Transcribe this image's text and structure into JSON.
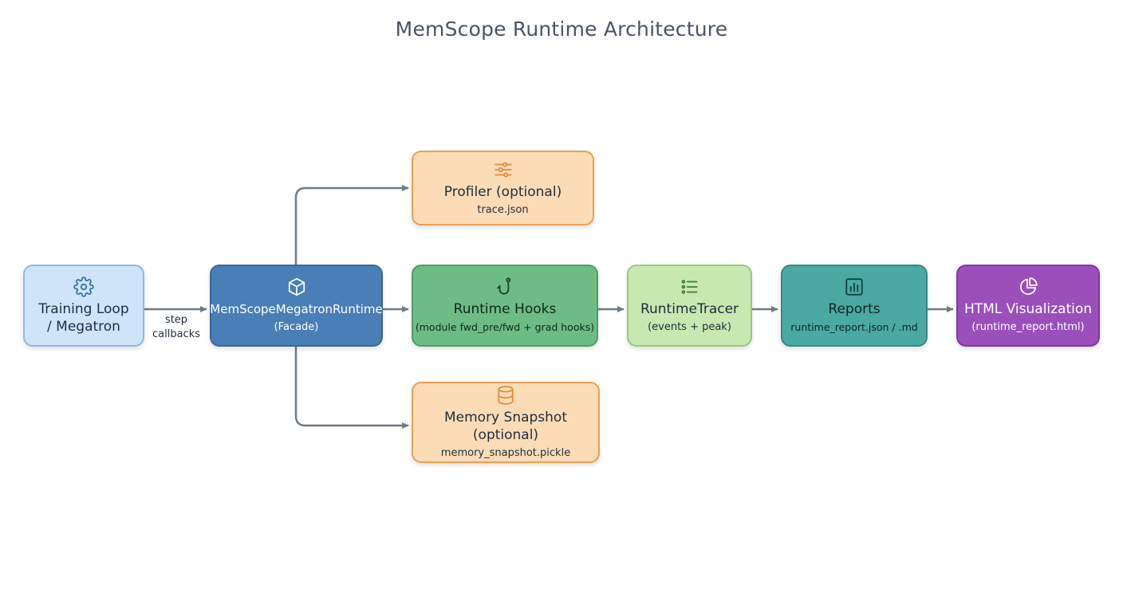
{
  "title": "MemScope Runtime Architecture",
  "nodes": {
    "training": {
      "label": "Training Loop / Megatron",
      "icon": "gear-icon"
    },
    "facade": {
      "label": "MemScopeMegatronRuntime",
      "sub": "(Facade)",
      "icon": "cube-icon"
    },
    "profiler": {
      "label": "Profiler (optional)",
      "sub": "trace.json",
      "icon": "sliders-icon"
    },
    "hooks": {
      "label": "Runtime Hooks",
      "sub": "(module fwd_pre/fwd + grad hooks)",
      "icon": "hook-icon"
    },
    "snapshot": {
      "label": "Memory Snapshot (optional)",
      "sub": "memory_snapshot.pickle",
      "icon": "database-icon"
    },
    "tracer": {
      "label": "RuntimeTracer",
      "sub": "(events + peak)",
      "icon": "list-icon"
    },
    "reports": {
      "label": "Reports",
      "sub": "runtime_report.json / .md",
      "icon": "bar-chart-icon"
    },
    "html": {
      "label": "HTML Visualization",
      "sub": "(runtime_report.html)",
      "icon": "pie-chart-icon"
    }
  },
  "edge_label": {
    "line1": "step",
    "line2": "callbacks"
  },
  "colors": {
    "connector": "#6b7d8c",
    "training": "#cfe4f8",
    "facade": "#4a7eb6",
    "optional": "#fbdcb7",
    "hooks": "#6dbc86",
    "tracer": "#c8e8b1",
    "reports": "#4aa9a2",
    "html": "#9a4fbb"
  }
}
